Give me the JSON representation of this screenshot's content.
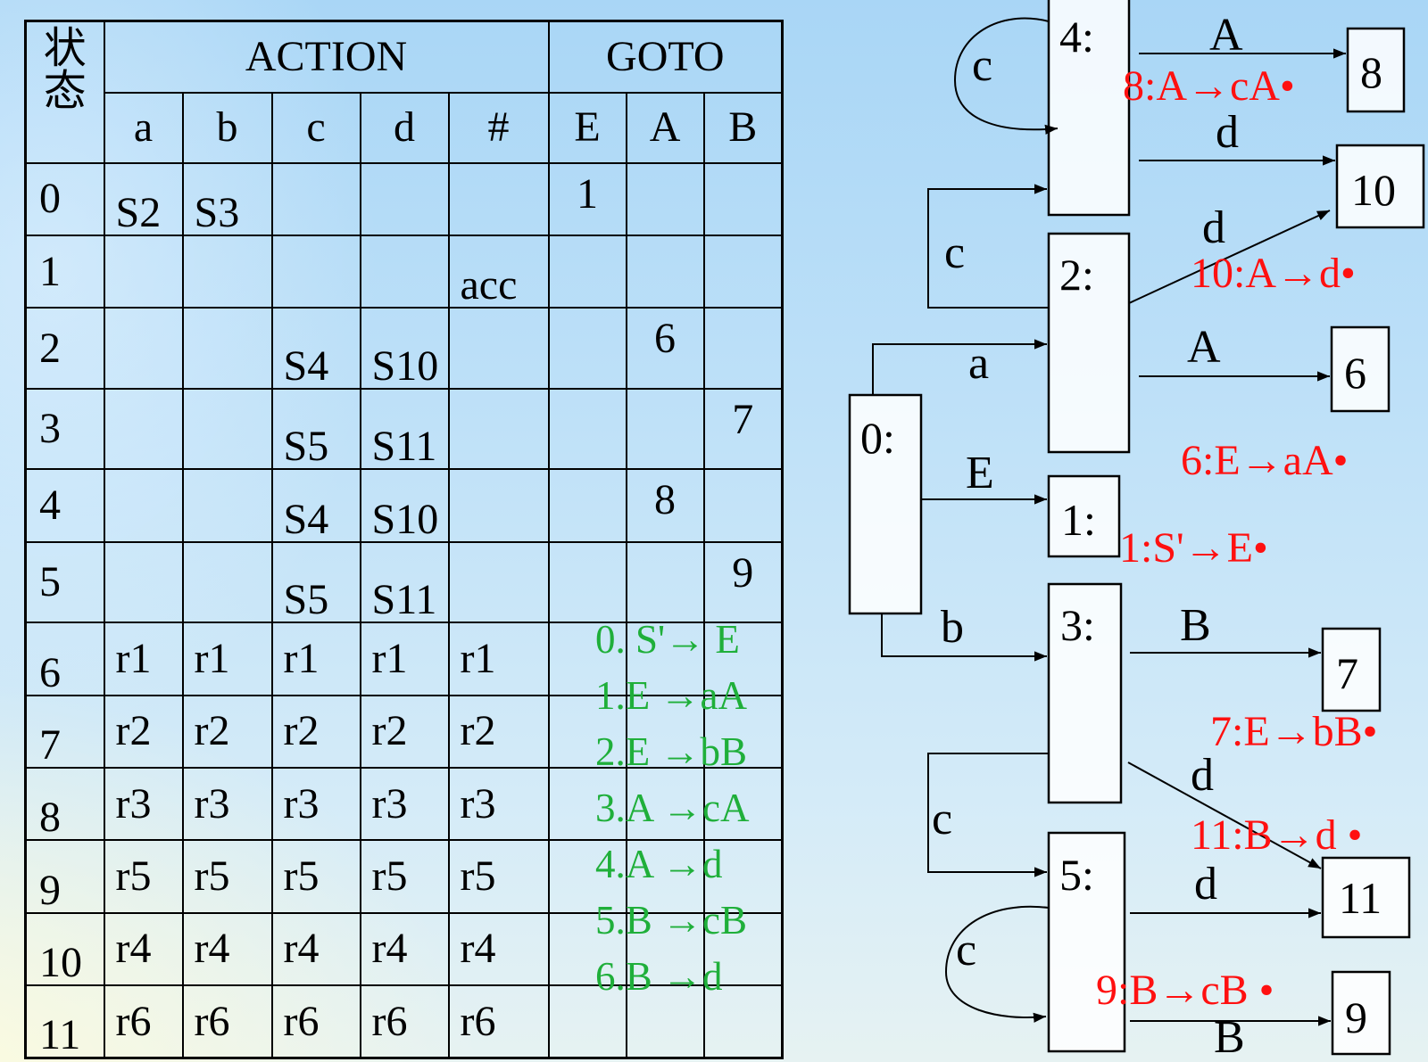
{
  "table": {
    "state_header": "状态",
    "action_header": "ACTION",
    "goto_header": "GOTO",
    "action_symbols": [
      "a",
      "b",
      "c",
      "d",
      "#"
    ],
    "goto_symbols": [
      "E",
      "A",
      "B"
    ],
    "rows": [
      {
        "state": "0",
        "action": [
          "S2",
          "S3",
          "",
          "",
          ""
        ],
        "goto": [
          "1",
          "",
          ""
        ]
      },
      {
        "state": "1",
        "action": [
          "",
          "",
          "",
          "",
          "acc"
        ],
        "goto": [
          "",
          "",
          ""
        ]
      },
      {
        "state": "2",
        "action": [
          "",
          "",
          "S4",
          "S10",
          ""
        ],
        "goto": [
          "",
          "6",
          ""
        ]
      },
      {
        "state": "3",
        "action": [
          "",
          "",
          "S5",
          "S11",
          ""
        ],
        "goto": [
          "",
          "",
          "7"
        ]
      },
      {
        "state": "4",
        "action": [
          "",
          "",
          "S4",
          "S10",
          ""
        ],
        "goto": [
          "",
          "8",
          ""
        ]
      },
      {
        "state": "5",
        "action": [
          "",
          "",
          "S5",
          "S11",
          ""
        ],
        "goto": [
          "",
          "",
          "9"
        ]
      },
      {
        "state": "6",
        "action": [
          "r1",
          "r1",
          "r1",
          "r1",
          "r1"
        ],
        "goto": [
          "",
          "",
          ""
        ]
      },
      {
        "state": "7",
        "action": [
          "r2",
          "r2",
          "r2",
          "r2",
          "r2"
        ],
        "goto": [
          "",
          "",
          ""
        ]
      },
      {
        "state": "8",
        "action": [
          "r3",
          "r3",
          "r3",
          "r3",
          "r3"
        ],
        "goto": [
          "",
          "",
          ""
        ]
      },
      {
        "state": "9",
        "action": [
          "r5",
          "r5",
          "r5",
          "r5",
          "r5"
        ],
        "goto": [
          "",
          "",
          ""
        ]
      },
      {
        "state": "10",
        "action": [
          "r4",
          "r4",
          "r4",
          "r4",
          "r4"
        ],
        "goto": [
          "",
          "",
          ""
        ]
      },
      {
        "state": "11",
        "action": [
          "r6",
          "r6",
          "r6",
          "r6",
          "r6"
        ],
        "goto": [
          "",
          "",
          ""
        ]
      }
    ]
  },
  "grammar": [
    "0. S'→ E",
    "1.E →aA",
    "2.E →bB",
    "3.A →cA",
    "4.A →d",
    "5.B →cB",
    "6.B →d"
  ],
  "diagram": {
    "states": {
      "s0": "0:",
      "s1": "1:",
      "s2": "2:",
      "s3": "3:",
      "s4": "4:",
      "s5": "5:",
      "s6": "6",
      "s7": "7",
      "s8": "8",
      "s9": "9",
      "s10": "10",
      "s11": "11"
    },
    "edge_labels": {
      "s0_a": "a",
      "s0_E": "E",
      "s0_b": "b",
      "s2_c": "c",
      "s2_d": "d",
      "s2_A": "A",
      "s3_B": "B",
      "s3_d": "d",
      "s3_c": "c",
      "s4_c": "c",
      "s4_A": "A",
      "s4_d": "d",
      "s5_c": "c",
      "s5_d": "d",
      "s5_B": "B"
    },
    "items": {
      "s8": "8:A→cA•",
      "s10": "10:A→d•",
      "s6": "6:E→aA•",
      "s1": "1:S'→E•",
      "s7": "7:E→bB•",
      "s11": "11:B→d •",
      "s9": "9:B→cB •"
    },
    "colors": {
      "items": "#ff1010",
      "grammar": "#1faf3a",
      "lines": "#000000"
    }
  }
}
